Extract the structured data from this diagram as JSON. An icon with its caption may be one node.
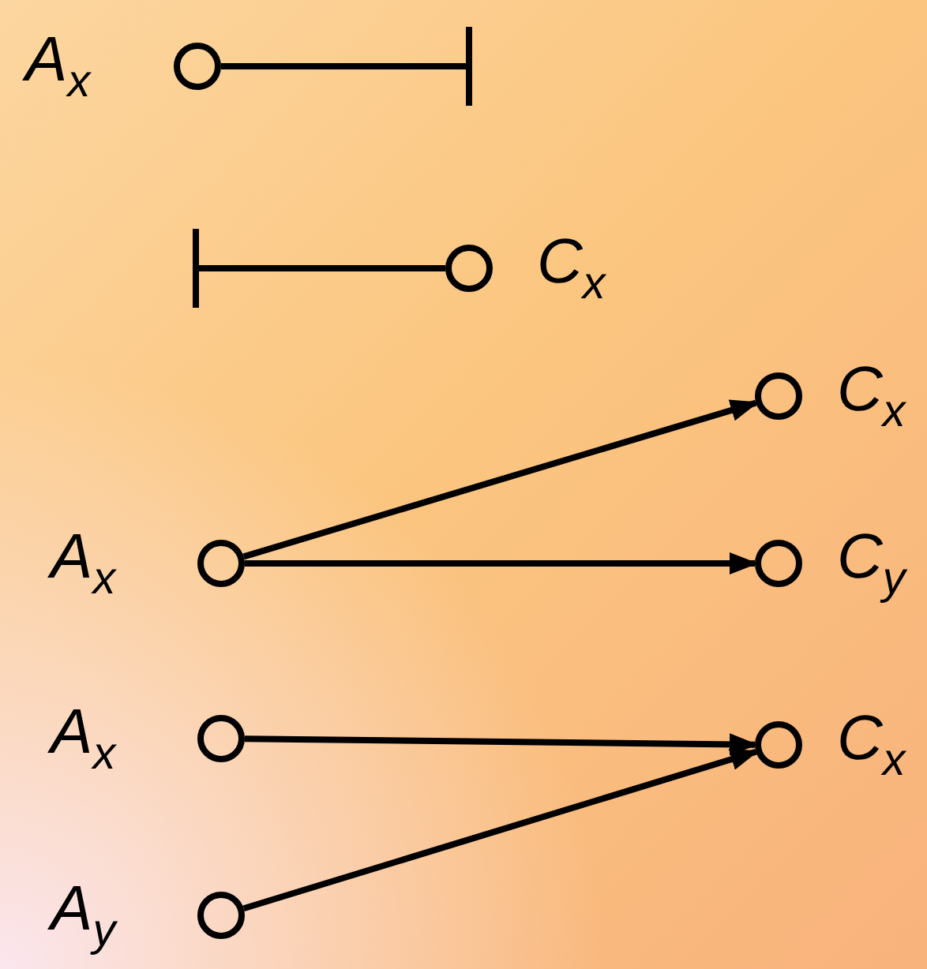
{
  "diagram": {
    "nodes": [
      {
        "text": [],
        "shape": "circle",
        "beside": [
          "A$_{x}$"
        ]
      },
      {
        "text": [],
        "shape": "circle",
        "beside": [
          "C$_{x}$"
        ]
      },
      {
        "text": [],
        "shape": "circle",
        "beside": [
          "C$_{x}$"
        ]
      },
      {
        "text": [],
        "shape": "circle",
        "beside": [
          "A$_{x}$"
        ]
      },
      {
        "text": [],
        "shape": "circle",
        "beside": [
          "C$_{y}$"
        ]
      },
      {
        "text": [],
        "shape": "circle",
        "beside": [
          "A$_{x}$"
        ]
      },
      {
        "text": [],
        "shape": "circle",
        "beside": [
          "C$_{x}$"
        ]
      },
      {
        "text": [],
        "shape": "circle",
        "beside": [
          "A$_{y}$"
        ]
      }
    ],
    "edges": [
      {
        "from": 0,
        "to": null,
        "arrow": "other"
      },
      {
        "from": null,
        "to": 1,
        "arrow": "other"
      },
      {
        "from": 3,
        "to": 2,
        "arrow": "to"
      },
      {
        "from": 3,
        "to": 4,
        "arrow": "to"
      },
      {
        "from": 5,
        "to": 6,
        "arrow": "to"
      },
      {
        "from": 7,
        "to": 6,
        "arrow": "to"
      }
    ]
  }
}
